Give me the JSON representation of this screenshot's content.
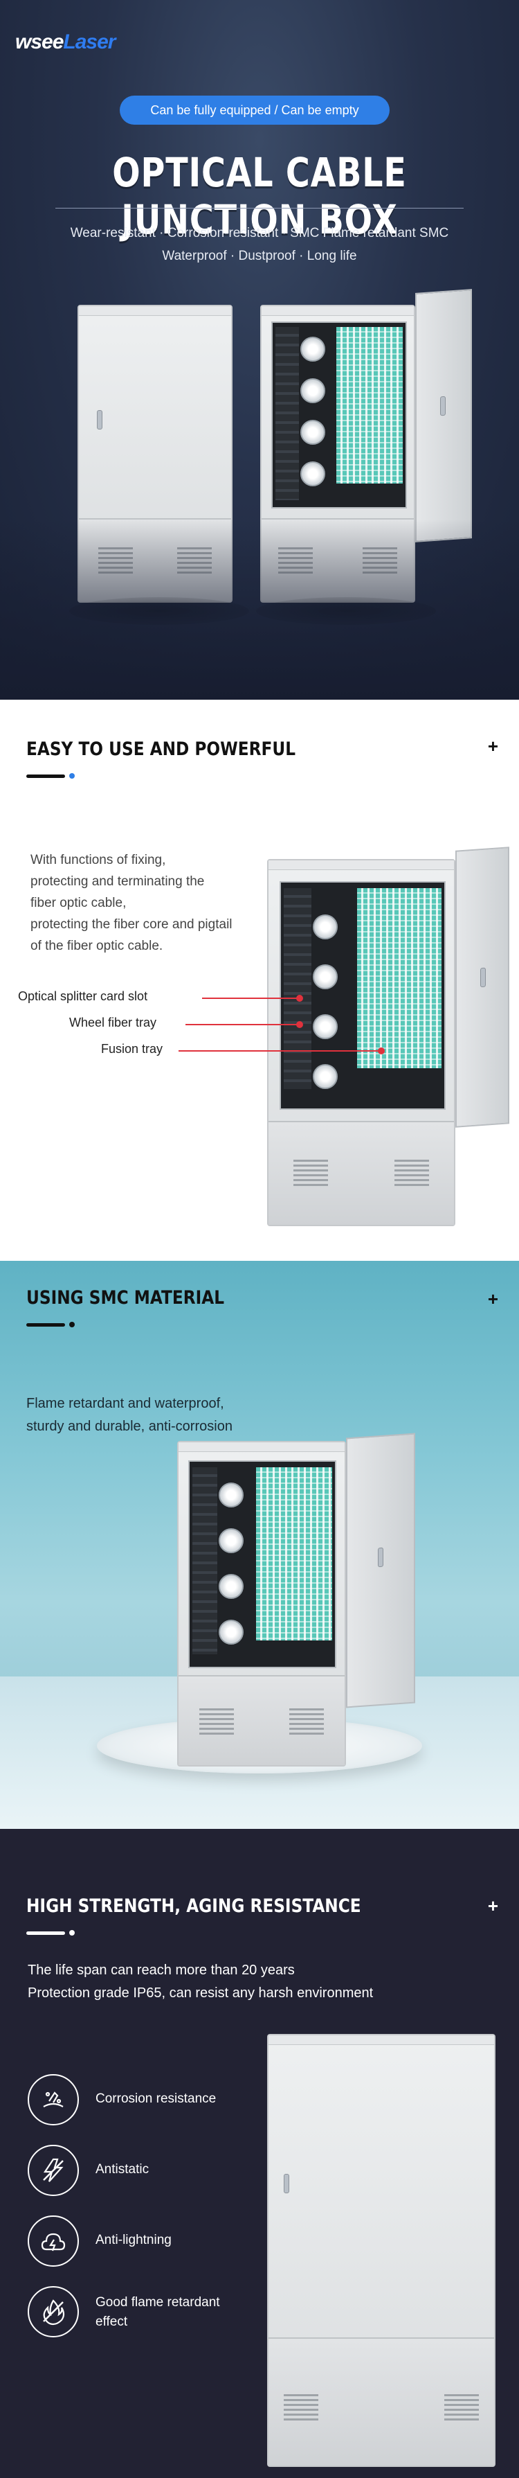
{
  "brand": {
    "part1": "wsee",
    "part2": "Laser"
  },
  "hero": {
    "pill": "Can be fully equipped / Can be empty",
    "title": "OPTICAL CABLE JUNCTION BOX",
    "features_line1": "Wear-resistant · Corrosion-resistant · SMC Flame retardant SMC",
    "features_line2": "Waterproof · Dustproof · Long life"
  },
  "section2": {
    "heading": "EASY TO USE AND POWERFUL",
    "description_lines": [
      "With functions of fixing,",
      "protecting and terminating the",
      "fiber optic cable,",
      "protecting the fiber core and pigtail",
      "of the fiber optic cable."
    ],
    "callouts": [
      "Optical splitter card slot",
      "Wheel fiber tray",
      "Fusion tray"
    ],
    "plus": "+"
  },
  "section3": {
    "heading": "USING SMC MATERIAL",
    "description_lines": [
      "Flame retardant and waterproof,",
      "sturdy and durable, anti-corrosion"
    ],
    "plus": "+"
  },
  "section4": {
    "heading": "HIGH STRENGTH, AGING RESISTANCE",
    "description_lines": [
      "The life span can reach more than 20 years",
      "Protection grade IP65, can resist any harsh environment"
    ],
    "features": [
      {
        "icon": "corrosion-icon",
        "label": "Corrosion resistance"
      },
      {
        "icon": "antistatic-icon",
        "label": "Antistatic"
      },
      {
        "icon": "lightning-icon",
        "label": "Anti-lightning"
      },
      {
        "icon": "flame-icon",
        "label": "Good flame retardant effect"
      }
    ],
    "plus": "+"
  },
  "colors": {
    "accent_blue": "#2f7fe6",
    "callout_red": "#e0323d",
    "dark_bg": "#222233",
    "teal_module": "#58c7b8"
  }
}
